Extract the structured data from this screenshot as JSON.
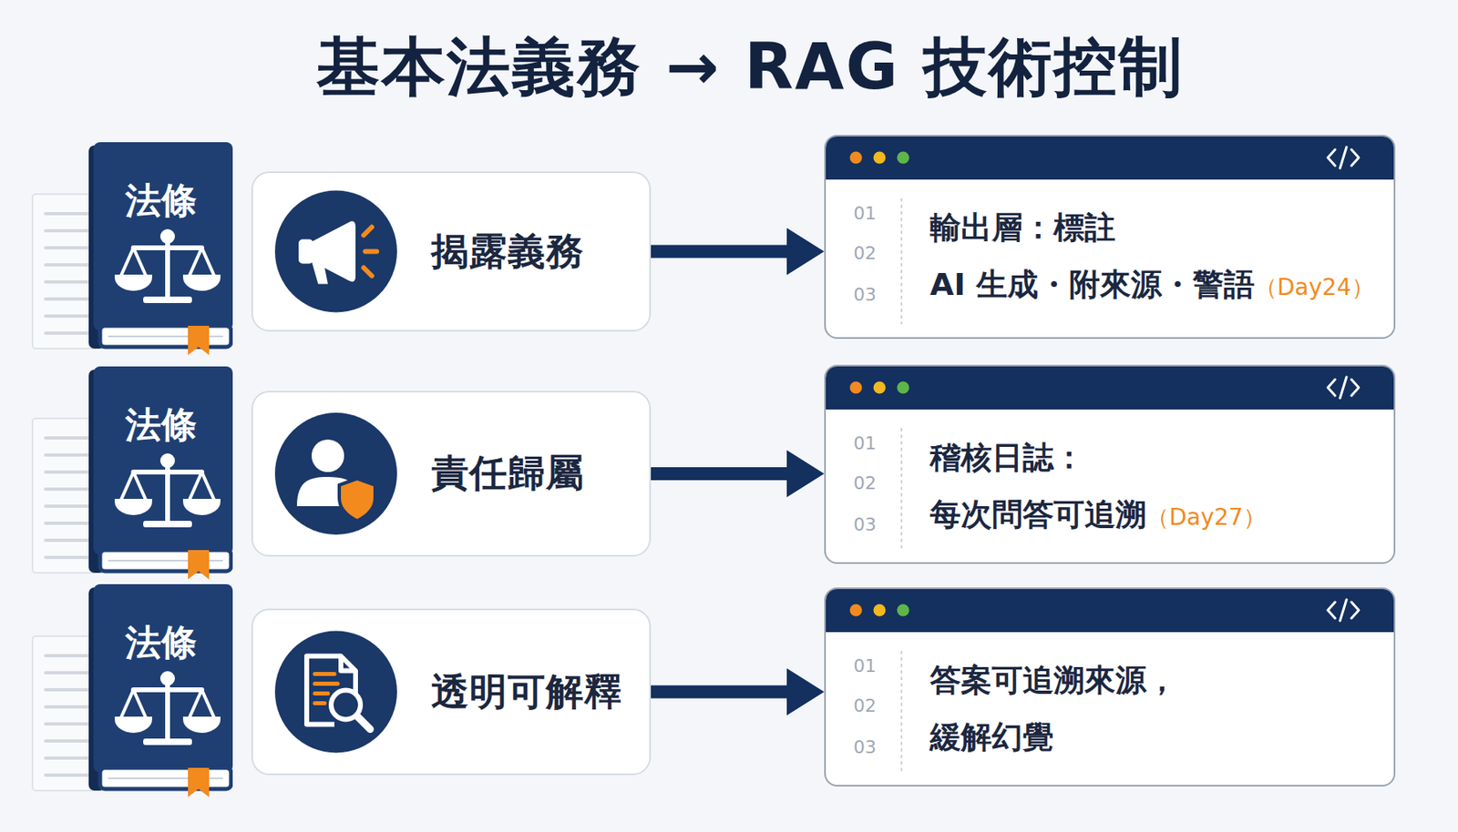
{
  "diagram": {
    "title": "基本法義務 → RAG 技術控制",
    "nodes": [
      {
        "text": [
          "法條"
        ]
      },
      {
        "text": [
          "揭露義務"
        ]
      },
      {
        "text": [
          "輸出層：標註",
          "AI 生成・附來源・警語",
          "（Day24）"
        ]
      },
      {
        "text": [
          "法條"
        ]
      },
      {
        "text": [
          "責任歸屬"
        ]
      },
      {
        "text": [
          "稽核日誌：",
          "每次問答可追溯",
          "（Day27）"
        ]
      },
      {
        "text": [
          "法條"
        ]
      },
      {
        "text": [
          "透明可解釋"
        ]
      },
      {
        "text": [
          "答案可追溯來源， 緩解幻覺"
        ]
      }
    ],
    "edges": [
      {
        "from": 1,
        "to": 2,
        "arrow": "to"
      },
      {
        "from": 4,
        "to": 5,
        "arrow": "to"
      },
      {
        "from": 7,
        "to": 8,
        "arrow": "to"
      }
    ],
    "labels": [
      "01",
      "02",
      "03",
      "01",
      "02",
      "03",
      "01",
      "02",
      "03"
    ]
  }
}
